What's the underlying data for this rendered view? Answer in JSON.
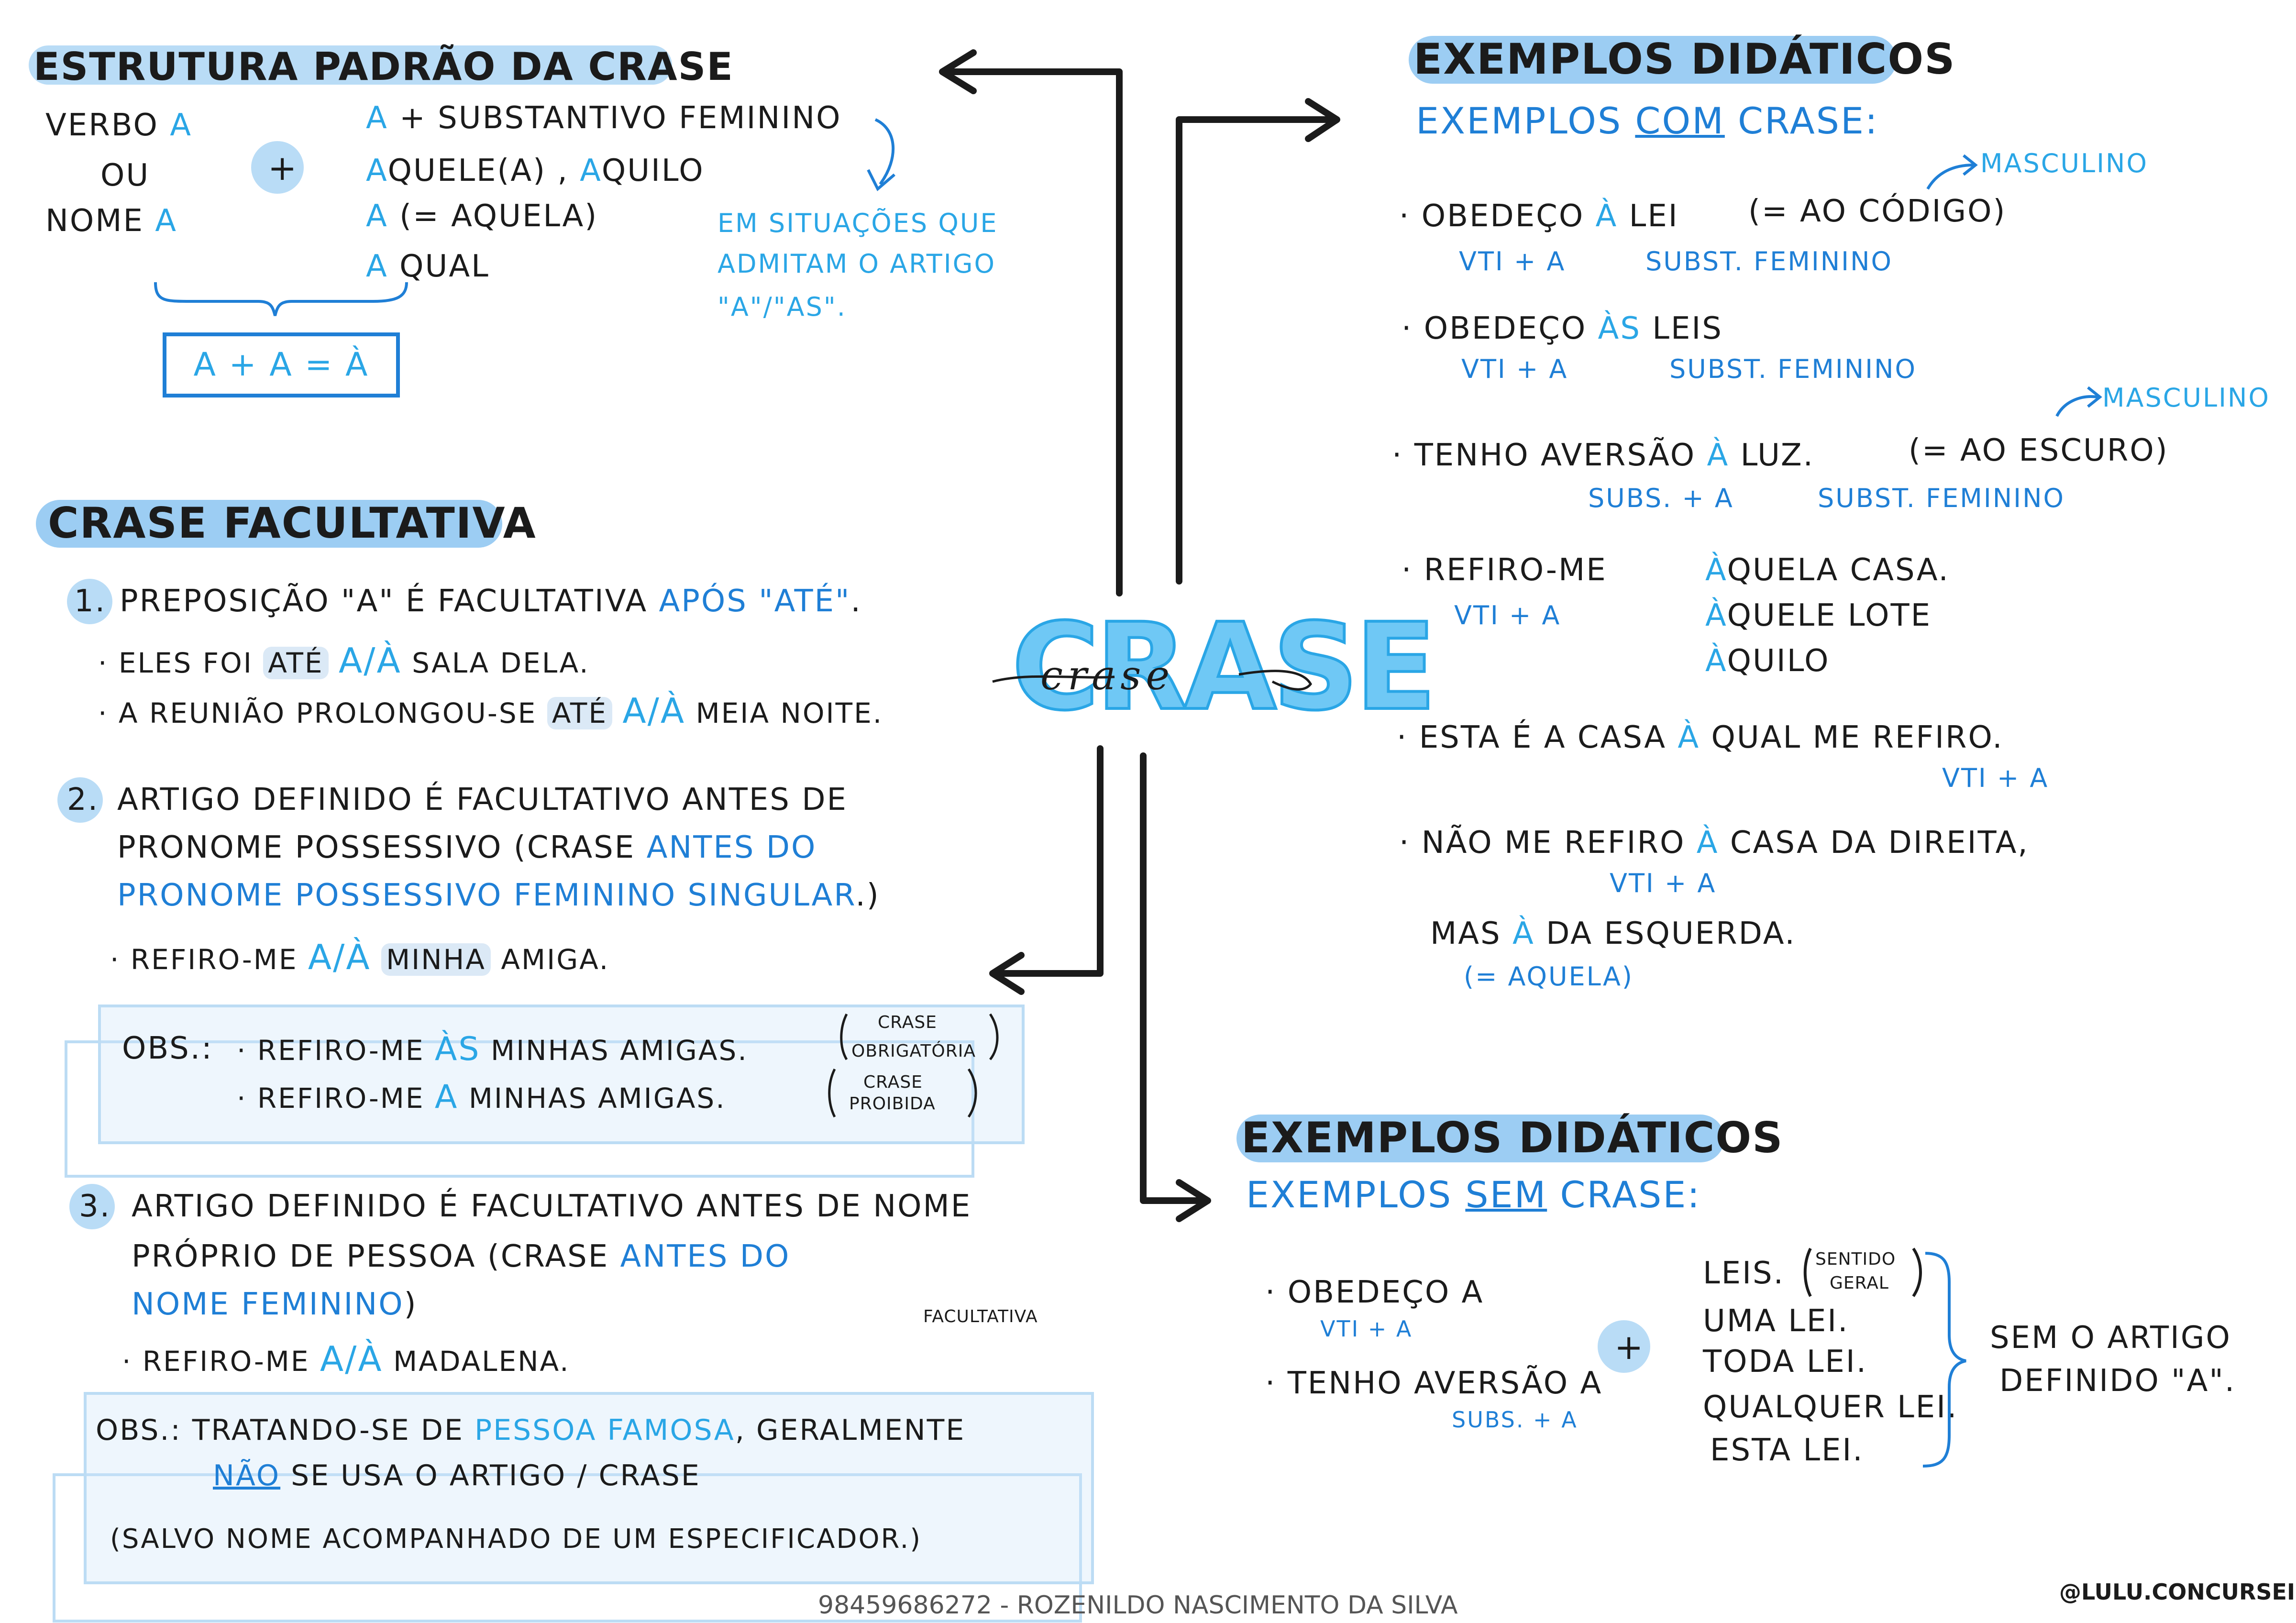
{
  "colors": {
    "accent": "#2aa6e6",
    "dark_blue": "#1f7fd6",
    "highlight": "#a9d2f3",
    "ink": "#1b1b1b"
  },
  "center": {
    "title": "CRASE",
    "script": "crase"
  },
  "estrutura": {
    "title": "ESTRUTURA PADRÃO DA CRASE",
    "left_lines": [
      {
        "k": "VERBO ",
        "b": "A"
      },
      {
        "k": "OU",
        "b": ""
      },
      {
        "k": "NOME ",
        "b": "A"
      }
    ],
    "plus": "+",
    "right_lines": [
      {
        "b": "A",
        "k": " + SUBSTANTIVO FEMININO"
      },
      {
        "b": "A",
        "k": "QUELE(A) , ",
        "b2": "A",
        "k2": "QUILO"
      },
      {
        "b": "A",
        "k": " (= AQUELA)"
      },
      {
        "b": "A",
        "k": "  QUAL"
      }
    ],
    "formula": "A + A = À",
    "note": [
      "EM SITUAÇÕES QUE",
      "ADMITAM O ARTIGO",
      "\"A\"/\"AS\"."
    ]
  },
  "facultativa": {
    "title": "CRASE FACULTATIVA",
    "item1": {
      "num": "1.",
      "text_a": "PREPOSIÇÃO \"A\" É FACULTATIVA ",
      "text_b": "APÓS \"ATÉ\"",
      "text_c": ".",
      "ex1_a": "· ELES FOI ",
      "ex1_hl": "ATÉ",
      "ex1_b": "A/À",
      "ex1_c": " SALA DELA.",
      "ex2_a": "· A REUNIÃO PROLONGOU-SE ",
      "ex2_hl": "ATÉ",
      "ex2_b": "A/À",
      "ex2_c": " MEIA NOITE."
    },
    "item2": {
      "num": "2.",
      "line1": "ARTIGO DEFINIDO É FACULTATIVO ANTES DE",
      "line2_a": "PRONOME POSSESSIVO (CRASE ",
      "line2_b": "ANTES DO",
      "line3_b": "PRONOME POSSESSIVO FEMININO SINGULAR",
      "line3_a": ".)",
      "ex_a": "· REFIRO-ME ",
      "ex_b": "A/À",
      "ex_hl": "MINHA",
      "ex_c": " AMIGA.",
      "obs_label": "OBS.:",
      "obs1_a": "· REFIRO-ME ",
      "obs1_b": "ÀS",
      "obs1_c": " MINHAS AMIGAS.",
      "obs1_note1": "CRASE",
      "obs1_note2": "OBRIGATÓRIA",
      "obs2_a": "· REFIRO-ME ",
      "obs2_b": "A",
      "obs2_c": " MINHAS AMIGAS.",
      "obs2_note1": "CRASE",
      "obs2_note2": "PROIBIDA"
    },
    "item3": {
      "num": "3.",
      "line1": "ARTIGO DEFINIDO É FACULTATIVO ANTES DE NOME",
      "line2_a": "PRÓPRIO DE PESSOA (CRASE ",
      "line2_b": "ANTES DO",
      "line3_b": "NOME FEMININO",
      "line3_a": ")",
      "ex_a": "· REFIRO-ME ",
      "ex_b": "A/À",
      "ex_c": " MADALENA.",
      "side_note": "FACULTATIVA",
      "obs_label": "OBS.: TRATANDO-SE DE ",
      "obs_b": "PESSOA FAMOSA",
      "obs_c": ", GERALMENTE",
      "obs2_b": "NÃO",
      "obs2_a": " SE USA O ARTIGO / CRASE",
      "obs3": "(SALVO NOME ACOMPANHADO DE UM ESPECIFICADOR.)"
    }
  },
  "com": {
    "title": "EXEMPLOS DIDÁTICOS",
    "subtitle_a": "EXEMPLOS ",
    "subtitle_b": "COM",
    "subtitle_c": " CRASE:",
    "e1_a": "· OBEDEÇO ",
    "e1_b": "À",
    "e1_c": " LEI",
    "e1_d": "(= AO CÓDIGO)",
    "e1_masc": "MASCULINO",
    "e1_l1": "VTI + A",
    "e1_l2": "SUBST. FEMININO",
    "e2_a": "· OBEDEÇO ",
    "e2_b": "ÀS",
    "e2_c": " LEIS",
    "e2_l1": "VTI + A",
    "e2_l2": "SUBST. FEMININO",
    "e3_a": "· TENHO AVERSÃO ",
    "e3_b": "À",
    "e3_c": " LUZ.",
    "e3_d": "(= AO ESCURO)",
    "e3_masc": "MASCULINO",
    "e3_l1": "SUBS. + A",
    "e3_l2": "SUBST. FEMININO",
    "e4_a": "· REFIRO-ME ",
    "e4_l1": "VTI + A",
    "e4_r1b": "À",
    "e4_r1": "QUELA CASA.",
    "e4_r2b": "À",
    "e4_r2": "QUELE LOTE",
    "e4_r3b": "À",
    "e4_r3": "QUILO",
    "e5_a": "· ESTA É A CASA ",
    "e5_b": "À",
    "e5_c": " QUAL ME REFIRO.",
    "e5_l": "VTI + A",
    "e6_a": "· NÃO ME REFIRO ",
    "e6_b": "À",
    "e6_c": " CASA DA DIREITA,",
    "e6_l": "VTI + A",
    "e7_a": "MAS ",
    "e7_b": "À",
    "e7_c": " DA ESQUERDA.",
    "e7_l": "(= AQUELA)"
  },
  "sem": {
    "title": "EXEMPLOS DIDÁTICOS",
    "subtitle_a": "EXEMPLOS ",
    "subtitle_b": "SEM",
    "subtitle_c": " CRASE:",
    "s1": "· OBEDEÇO A",
    "s1_l": "VTI + A",
    "s2": "· TENHO AVERSÃO A",
    "s2_l": "SUBS. + A",
    "plus": "+",
    "list": [
      "LEIS.",
      "UMA LEI.",
      "TODA LEI.",
      "QUALQUER LEI.",
      "ESTA LEI."
    ],
    "list_note1": "SENTIDO",
    "list_note2": "GERAL",
    "conclusion1": "SEM O ARTIGO",
    "conclusion2": "DEFINIDO \"A\"."
  },
  "footer": {
    "watermark": "98459686272 - ROZENILDO NASCIMENTO DA SILVA",
    "handle": "@LULU.CONCURSEIRA"
  }
}
